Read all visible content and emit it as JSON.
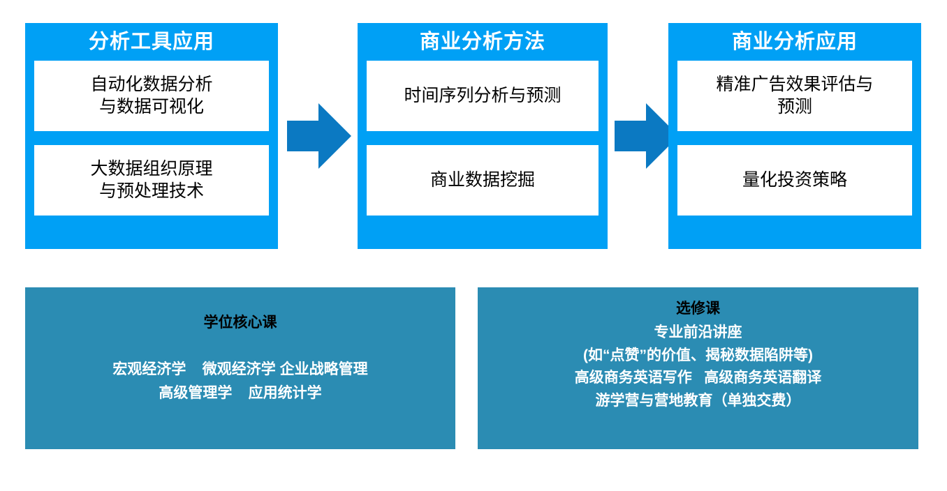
{
  "theme": {
    "panel_blue": "#00a0f5",
    "arrow_blue": "#0b79c2",
    "teal": "#2b8cb3",
    "card_white": "#ffffff",
    "heading_black": "#000000"
  },
  "groups": [
    {
      "id": "analysis-tools",
      "title": "分析工具应用",
      "cards": [
        "自动化数据分析\n与数据可视化",
        "大数据组织原理\n与预处理技术"
      ]
    },
    {
      "id": "analysis-methods",
      "title": "商业分析方法",
      "cards": [
        "时间序列分析与预测",
        "商业数据挖掘"
      ]
    },
    {
      "id": "analysis-applications",
      "title": "商业分析应用",
      "cards": [
        "精准广告效果评估与\n预测",
        "量化投资策略"
      ]
    }
  ],
  "arrows": [
    {
      "id": "arrow-tools-to-methods",
      "label": "流程箭头"
    },
    {
      "id": "arrow-methods-to-applications",
      "label": "流程箭头"
    }
  ],
  "panels": [
    {
      "id": "core-courses",
      "heading": "学位核心课",
      "lines": [
        "宏观经济学    微观经济学 企业战略管理",
        "高级管理学    应用统计学"
      ]
    },
    {
      "id": "elective-courses",
      "heading": "选修课",
      "lines": [
        "专业前沿讲座",
        "(如“点赞”的价值、揭秘数据陷阱等)",
        "高级商务英语写作   高级商务英语翻译",
        "游学营与营地教育（单独交费）"
      ]
    }
  ]
}
